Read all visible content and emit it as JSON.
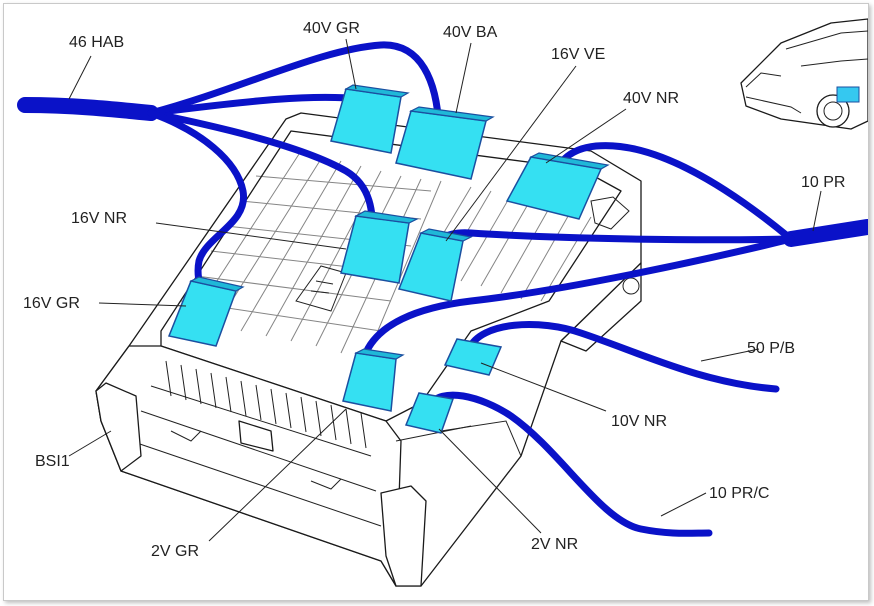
{
  "labels": {
    "hab46": "46 HAB",
    "gr40": "40V GR",
    "ba40": "40V BA",
    "ve16": "16V VE",
    "nr40": "40V NR",
    "pr10": "10 PR",
    "nr16": "16V NR",
    "gr16": "16V GR",
    "pb50": "50 P/B",
    "nr10v": "10V NR",
    "prc10": "10 PR/C",
    "bsi1": "BSI1",
    "gr2": "2V GR",
    "nr2": "2V NR"
  },
  "colors": {
    "wire": "#0a12c8",
    "connector": "#35e0f2",
    "vehicle_marker": "#35c8f0"
  }
}
